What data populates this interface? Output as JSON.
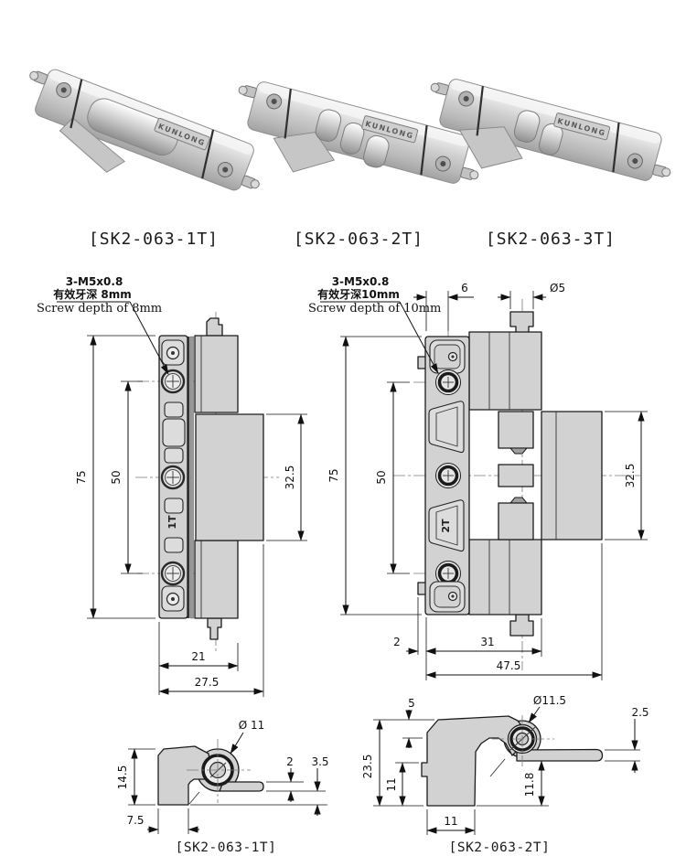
{
  "colors": {
    "drawing_fill": "#d2d2d2",
    "line": "#1b1b1b",
    "background": "#ffffff",
    "metal_light": "#f2f2f2",
    "metal_dark": "#9f9f9f"
  },
  "products": [
    {
      "label": "[SK2-063-1T]",
      "brand": "KUNLONG"
    },
    {
      "label": "[SK2-063-2T]",
      "brand": "KUNLONG"
    },
    {
      "label": "[SK2-063-3T]",
      "brand": "KUNLONG"
    }
  ],
  "front_1t": {
    "note1": "3-M5x0.8",
    "note2": "有效牙深 8mm",
    "note3": "Screw depth of 8mm",
    "marking": "1T",
    "dim_height": "75",
    "dim_hole_spacing": "50",
    "dim_leaf_height": "32.5",
    "dim_width_inner": "21",
    "dim_width_total": "27.5"
  },
  "front_2t": {
    "note1": "3-M5x0.8",
    "note2": "有效牙深10mm",
    "note3": "Screw depth of 10mm",
    "marking": "2T",
    "dim_edge_offset": "6",
    "dim_pin_dia": "Ø5",
    "dim_height": "75",
    "dim_hole_spacing": "50",
    "dim_leaf_height": "32.5",
    "dim_tab": "2",
    "dim_width_inner": "31",
    "dim_width_total": "47.5"
  },
  "side_1t": {
    "label": "[SK2-063-1T]",
    "dim_barrel_dia": "Ø 11",
    "dim_height": "14.5",
    "dim_foot": "7.5",
    "dim_leaf_thickness": "2",
    "dim_offset": "3.5"
  },
  "side_2t": {
    "label": "[SK2-063-2T]",
    "dim_top": "5",
    "dim_barrel_dia": "Ø11.5",
    "dim_leaf_thickness": "2.5",
    "dim_height": "23.5",
    "dim_inner_left": "11",
    "dim_inner_right": "11.8",
    "dim_foot": "11"
  }
}
